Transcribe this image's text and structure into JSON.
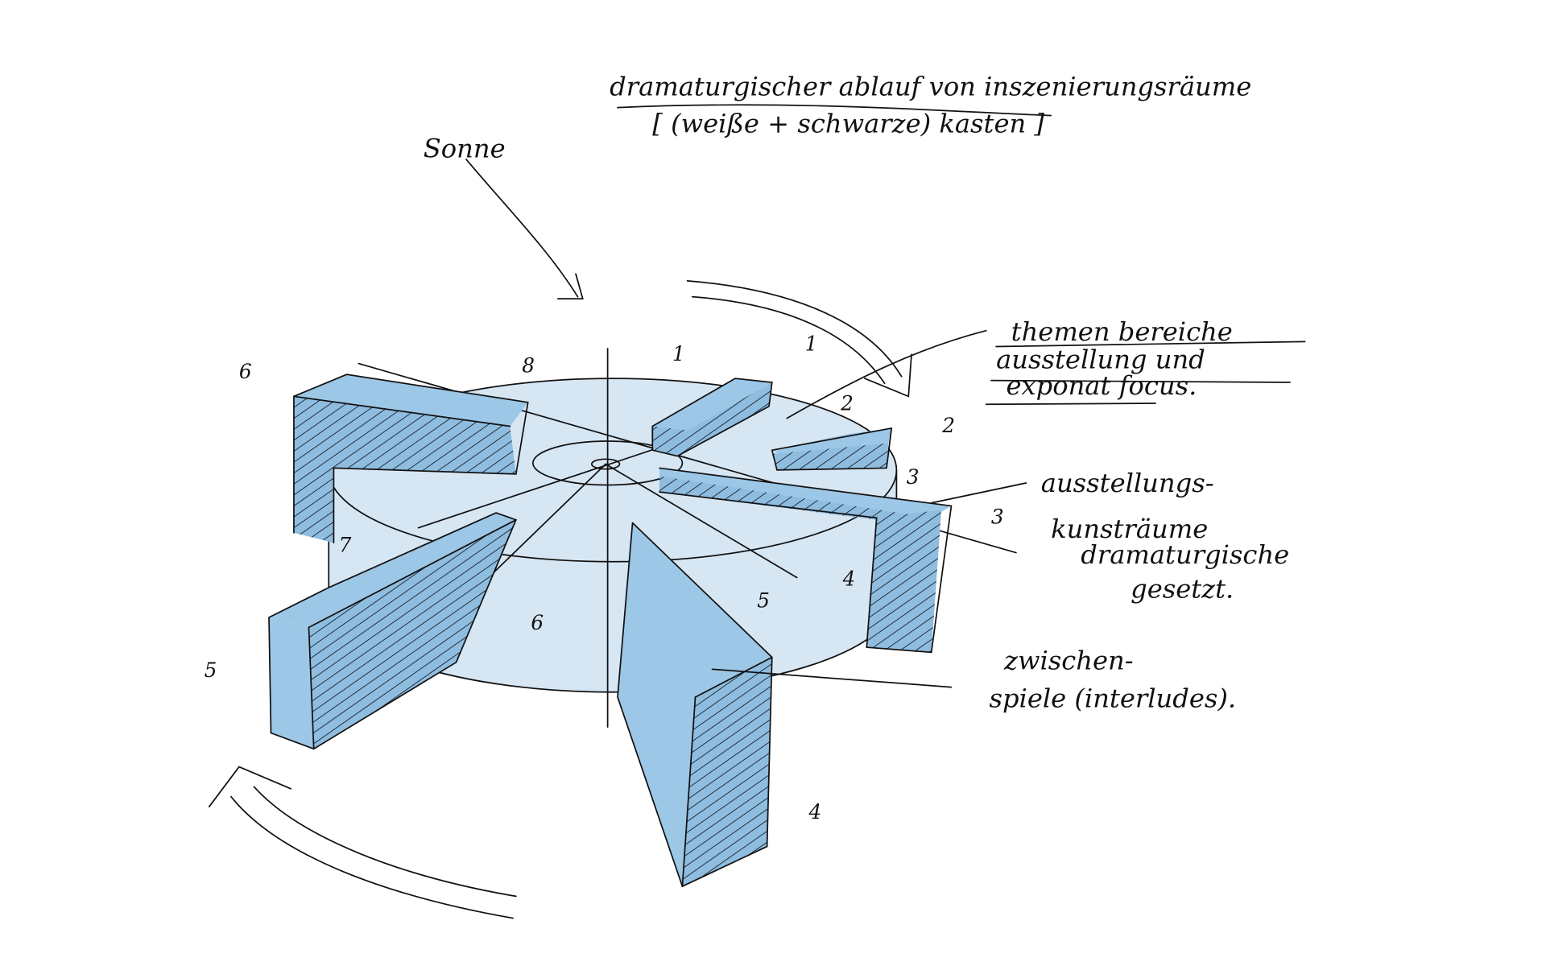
{
  "title": {
    "line1": "dramaturgischer ablauf von inszenierungsräume",
    "line2": "[ (weiße + schwarze) kasten ]"
  },
  "sun_label": "Sonne",
  "annotations": {
    "themes": [
      "themen bereiche",
      "ausstellung und",
      "exponat focus."
    ],
    "exhibition": [
      "ausstellungs-",
      "kunsträume",
      "dramaturgische",
      "gesetzt."
    ],
    "interludes": [
      "zwischen-",
      "spiele (interludes)."
    ]
  },
  "numbers": {
    "n6_outer": "6",
    "n8": "8",
    "n1_inner": "1",
    "n1_outer": "1",
    "n2_inner": "2",
    "n2_outer": "2",
    "n3_inner": "3",
    "n3_outer": "3",
    "n7": "7",
    "n6_inner": "6",
    "n5_inner": "5",
    "n4_inner": "4",
    "n5_outer": "5",
    "n4_outer": "4"
  },
  "colors": {
    "disk": "#d7e6f3",
    "blade": "#9dc7e6",
    "ink": "#111111"
  }
}
